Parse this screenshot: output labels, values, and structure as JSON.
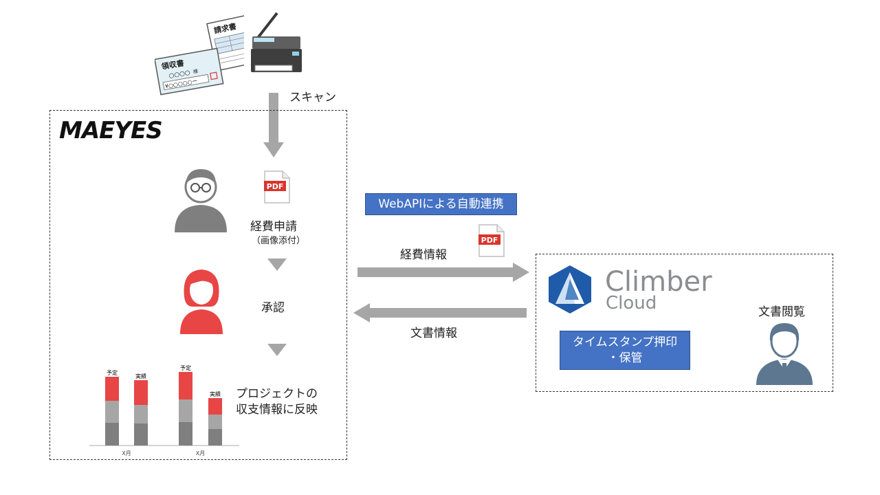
{
  "documents": {
    "invoice_title": "請求書",
    "receipt_title": "領収書",
    "receipt_name": "○○○○",
    "receipt_honorific": "様",
    "receipt_amount": "¥○○○○○ー"
  },
  "scan_label": "スキャン",
  "maeyes_logo": "MAEYES",
  "pdf_badge": "PDF",
  "expense_request": "経費申請",
  "expense_request_sub": "（画像添付）",
  "approval": "承認",
  "reflect_line1": "プロジェクトの",
  "reflect_line2": "収支情報に反映",
  "webapi_label": "WebAPIによる自動連携",
  "expense_info": "経費情報",
  "document_info": "文書情報",
  "climber": {
    "line1": "Climber",
    "line2": "Cloud"
  },
  "doc_view": "文書閲覧",
  "timestamp_line1": "タイムスタンプ押印",
  "timestamp_line2": "・保管",
  "colors": {
    "blue_label": "#4472c4",
    "arrow_gray": "#a6a6a6",
    "person_gray": "#7f7f7f",
    "person_red": "#e84545",
    "person_slate": "#5d7790",
    "climber_blue": "#1f5ba8"
  },
  "chart_data": {
    "type": "bar",
    "stacked": true,
    "categories": [
      "X月",
      "X月"
    ],
    "bar_labels": [
      "予定",
      "実績",
      "予定",
      "実績"
    ],
    "bars": [
      {
        "label": "予定",
        "group": 0,
        "segments": [
          35,
          32,
          33
        ]
      },
      {
        "label": "実績",
        "group": 0,
        "segments": [
          36,
          27,
          32
        ]
      },
      {
        "label": "予定",
        "group": 1,
        "segments": [
          40,
          33,
          34
        ]
      },
      {
        "label": "実績",
        "group": 1,
        "segments": [
          24,
          21,
          24
        ]
      }
    ],
    "series_colors": [
      "#e84545",
      "#a6a6a6",
      "#7f7f7f"
    ],
    "ylim": [
      0,
      110
    ],
    "grid": false,
    "legend": "none"
  }
}
